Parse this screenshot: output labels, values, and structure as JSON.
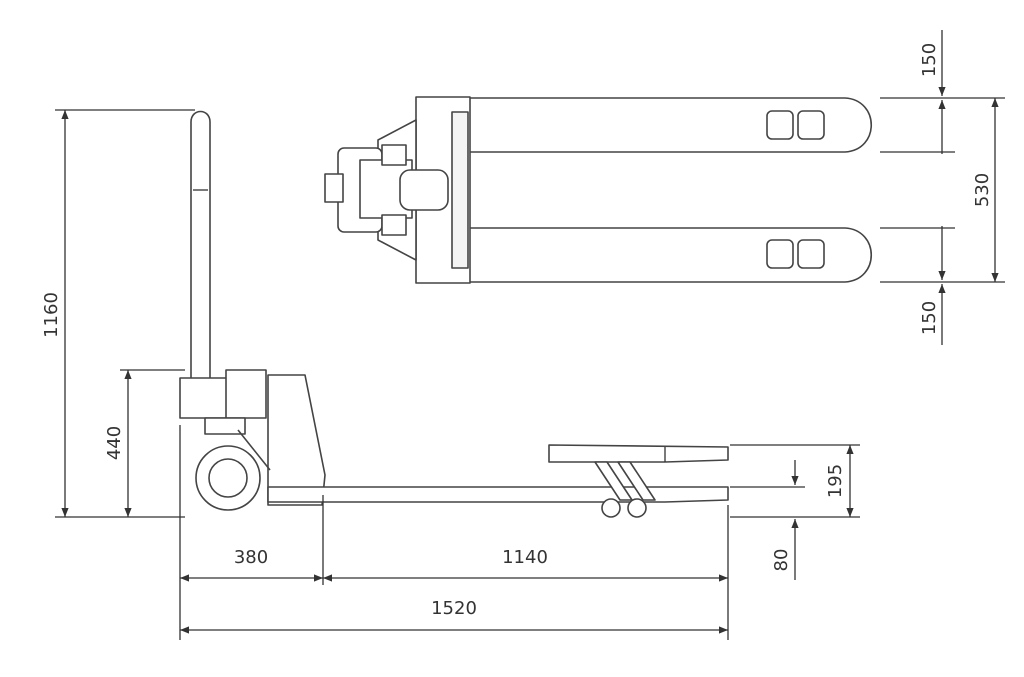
{
  "dimensions": {
    "top_fork_margin": "150",
    "fork_span": "530",
    "bottom_fork_margin": "150",
    "overall_height": "1160",
    "body_height": "440",
    "max_fork_height": "195",
    "min_fork_height": "80",
    "body_length": "380",
    "fork_length": "1140",
    "overall_length": "1520"
  },
  "colors": {
    "line": "#444444",
    "background": "#ffffff"
  }
}
